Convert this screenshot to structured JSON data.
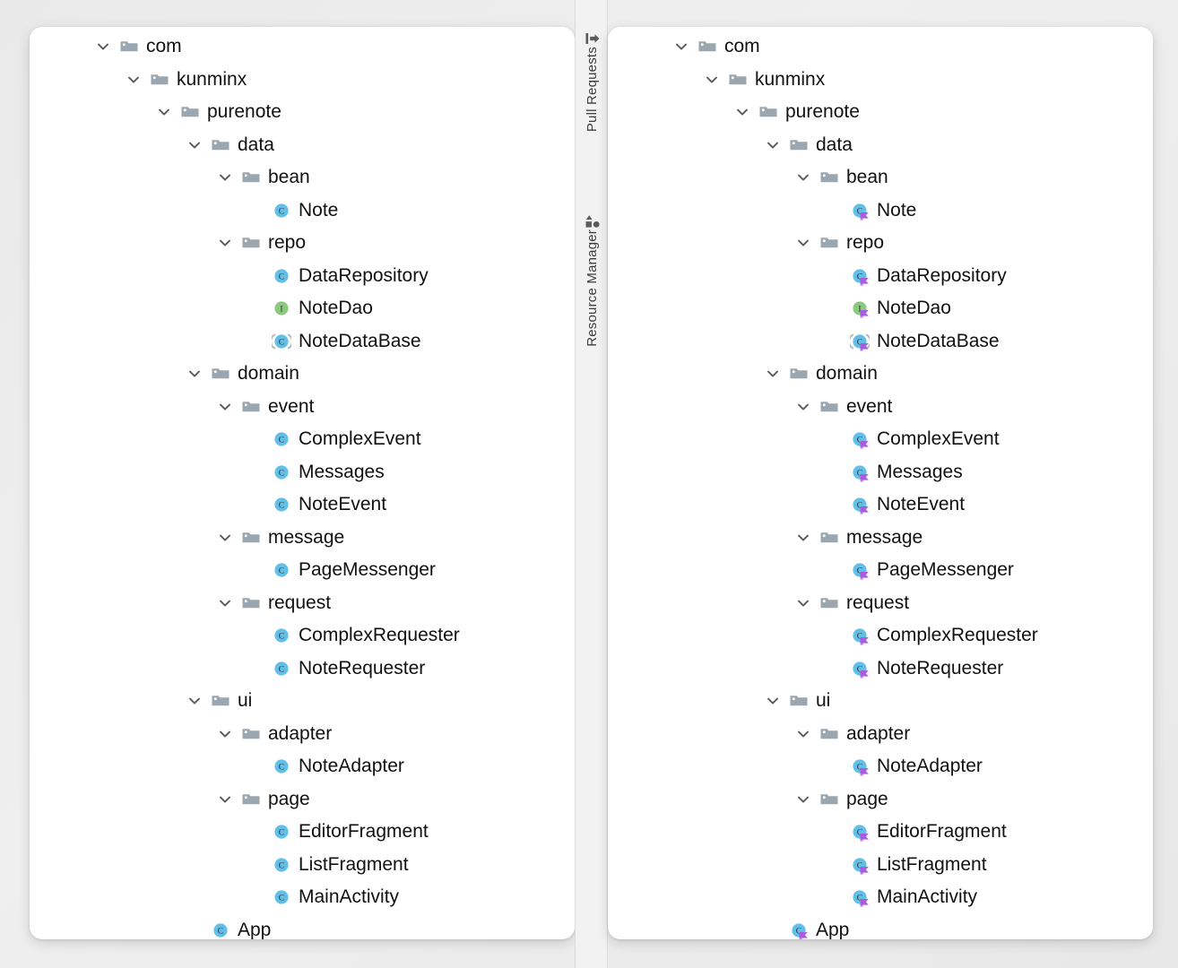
{
  "window": {
    "background_color": "#ececec",
    "panel_background": "#ffffff"
  },
  "toolstrip": {
    "background_color": "#f2f2f2",
    "tabs": [
      {
        "label": "Pull Requests",
        "icon": "pull-request-icon"
      },
      {
        "label": "Resource Manager",
        "icon": "resource-manager-icon"
      }
    ]
  },
  "icon_colors": {
    "folder": "#9aa7b0",
    "class": "#62c0e8",
    "interface": "#8cc87f",
    "abstract_bracket": "#b6bec4",
    "badge": "#a95ede",
    "chevron": "#5a5a5a"
  },
  "panels": [
    {
      "id": "left",
      "name": "project-tree-left",
      "badged": false,
      "nodes": [
        {
          "label": "com",
          "type": "folder",
          "depth": 0,
          "expanded": true
        },
        {
          "label": "kunminx",
          "type": "folder",
          "depth": 1,
          "expanded": true
        },
        {
          "label": "purenote",
          "type": "folder",
          "depth": 2,
          "expanded": true
        },
        {
          "label": "data",
          "type": "folder",
          "depth": 3,
          "expanded": true
        },
        {
          "label": "bean",
          "type": "folder",
          "depth": 4,
          "expanded": true
        },
        {
          "label": "Note",
          "type": "class",
          "depth": 5,
          "expanded": false
        },
        {
          "label": "repo",
          "type": "folder",
          "depth": 4,
          "expanded": true
        },
        {
          "label": "DataRepository",
          "type": "class",
          "depth": 5,
          "expanded": false
        },
        {
          "label": "NoteDao",
          "type": "interface",
          "depth": 5,
          "expanded": false
        },
        {
          "label": "NoteDataBase",
          "type": "abstract",
          "depth": 5,
          "expanded": false
        },
        {
          "label": "domain",
          "type": "folder",
          "depth": 3,
          "expanded": true
        },
        {
          "label": "event",
          "type": "folder",
          "depth": 4,
          "expanded": true
        },
        {
          "label": "ComplexEvent",
          "type": "class",
          "depth": 5,
          "expanded": false
        },
        {
          "label": "Messages",
          "type": "class",
          "depth": 5,
          "expanded": false
        },
        {
          "label": "NoteEvent",
          "type": "class",
          "depth": 5,
          "expanded": false
        },
        {
          "label": "message",
          "type": "folder",
          "depth": 4,
          "expanded": true
        },
        {
          "label": "PageMessenger",
          "type": "class",
          "depth": 5,
          "expanded": false
        },
        {
          "label": "request",
          "type": "folder",
          "depth": 4,
          "expanded": true
        },
        {
          "label": "ComplexRequester",
          "type": "class",
          "depth": 5,
          "expanded": false
        },
        {
          "label": "NoteRequester",
          "type": "class",
          "depth": 5,
          "expanded": false
        },
        {
          "label": "ui",
          "type": "folder",
          "depth": 3,
          "expanded": true
        },
        {
          "label": "adapter",
          "type": "folder",
          "depth": 4,
          "expanded": true
        },
        {
          "label": "NoteAdapter",
          "type": "class",
          "depth": 5,
          "expanded": false
        },
        {
          "label": "page",
          "type": "folder",
          "depth": 4,
          "expanded": true
        },
        {
          "label": "EditorFragment",
          "type": "class",
          "depth": 5,
          "expanded": false
        },
        {
          "label": "ListFragment",
          "type": "class",
          "depth": 5,
          "expanded": false
        },
        {
          "label": "MainActivity",
          "type": "class",
          "depth": 5,
          "expanded": false
        },
        {
          "label": "App",
          "type": "class",
          "depth": 3,
          "expanded": false
        }
      ]
    },
    {
      "id": "right",
      "name": "project-tree-right",
      "badged": true,
      "nodes": [
        {
          "label": "com",
          "type": "folder",
          "depth": 0,
          "expanded": true
        },
        {
          "label": "kunminx",
          "type": "folder",
          "depth": 1,
          "expanded": true
        },
        {
          "label": "purenote",
          "type": "folder",
          "depth": 2,
          "expanded": true
        },
        {
          "label": "data",
          "type": "folder",
          "depth": 3,
          "expanded": true
        },
        {
          "label": "bean",
          "type": "folder",
          "depth": 4,
          "expanded": true
        },
        {
          "label": "Note",
          "type": "class",
          "depth": 5,
          "expanded": false
        },
        {
          "label": "repo",
          "type": "folder",
          "depth": 4,
          "expanded": true
        },
        {
          "label": "DataRepository",
          "type": "class",
          "depth": 5,
          "expanded": false
        },
        {
          "label": "NoteDao",
          "type": "interface",
          "depth": 5,
          "expanded": false
        },
        {
          "label": "NoteDataBase",
          "type": "abstract",
          "depth": 5,
          "expanded": false
        },
        {
          "label": "domain",
          "type": "folder",
          "depth": 3,
          "expanded": true
        },
        {
          "label": "event",
          "type": "folder",
          "depth": 4,
          "expanded": true
        },
        {
          "label": "ComplexEvent",
          "type": "class",
          "depth": 5,
          "expanded": false
        },
        {
          "label": "Messages",
          "type": "class",
          "depth": 5,
          "expanded": false
        },
        {
          "label": "NoteEvent",
          "type": "class",
          "depth": 5,
          "expanded": false
        },
        {
          "label": "message",
          "type": "folder",
          "depth": 4,
          "expanded": true
        },
        {
          "label": "PageMessenger",
          "type": "class",
          "depth": 5,
          "expanded": false
        },
        {
          "label": "request",
          "type": "folder",
          "depth": 4,
          "expanded": true
        },
        {
          "label": "ComplexRequester",
          "type": "class",
          "depth": 5,
          "expanded": false
        },
        {
          "label": "NoteRequester",
          "type": "class",
          "depth": 5,
          "expanded": false
        },
        {
          "label": "ui",
          "type": "folder",
          "depth": 3,
          "expanded": true
        },
        {
          "label": "adapter",
          "type": "folder",
          "depth": 4,
          "expanded": true
        },
        {
          "label": "NoteAdapter",
          "type": "class",
          "depth": 5,
          "expanded": false
        },
        {
          "label": "page",
          "type": "folder",
          "depth": 4,
          "expanded": true
        },
        {
          "label": "EditorFragment",
          "type": "class",
          "depth": 5,
          "expanded": false
        },
        {
          "label": "ListFragment",
          "type": "class",
          "depth": 5,
          "expanded": false
        },
        {
          "label": "MainActivity",
          "type": "class",
          "depth": 5,
          "expanded": false
        },
        {
          "label": "App",
          "type": "class",
          "depth": 3,
          "expanded": false
        }
      ]
    }
  ]
}
